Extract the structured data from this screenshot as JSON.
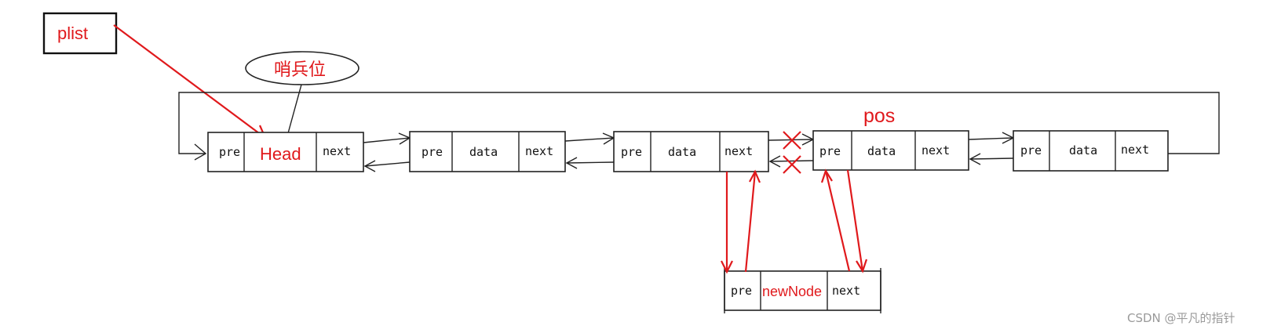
{
  "labels": {
    "plist": "plist",
    "sentinel": "哨兵位",
    "pos": "pos"
  },
  "nodes": {
    "head": {
      "pre": "pre",
      "mid": "Head",
      "next": "next"
    },
    "node1": {
      "pre": "pre",
      "mid": "data",
      "next": "next"
    },
    "node2": {
      "pre": "pre",
      "mid": "data",
      "next": "next"
    },
    "node3": {
      "pre": "pre",
      "mid": "data",
      "next": "next"
    },
    "node4": {
      "pre": "pre",
      "mid": "data",
      "next": "next"
    },
    "newnode": {
      "pre": "pre",
      "mid": "newNode",
      "next": "next"
    }
  },
  "watermark": "CSDN @平凡的指针",
  "colors": {
    "accent": "#e0191c",
    "line": "#222222",
    "watermark": "#9a9a9a"
  }
}
